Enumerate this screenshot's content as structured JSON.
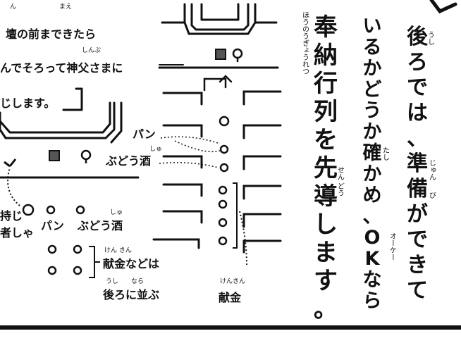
{
  "colors": {
    "ink": "#111111",
    "paper": "#ffffff"
  },
  "top_left": {
    "line1": "壇の前まできたら",
    "line1_ruby_a": "ん",
    "line1_ruby_b": "まえ",
    "line2": "んでそろって神父さまに",
    "line2_ruby": "しんぷ",
    "line3": "じします。"
  },
  "legend": {
    "pan_top": "パン",
    "budoushu_top": "ぶどう酒",
    "budoushu_top_ruby": "しゅ",
    "pan_bottom": "パン",
    "budoushu_bottom": "ぶどう酒",
    "budoushu_bottom_ruby": "しゅ",
    "jisha_a": "持じ",
    "jisha_b": "者しゃ",
    "kenkin_group": "献金などは",
    "kenkin_group_ruby": "けん きん",
    "narabu": "後ろに並ぶ",
    "narabu_ruby": "うし　　なら",
    "kenkin_bottom": "献金",
    "kenkin_bottom_ruby": "けんきん"
  },
  "vertical_text": {
    "col1": [
      "奉",
      "納",
      "行",
      "列",
      "を",
      "先",
      "導",
      "し",
      "ま",
      "す",
      "。"
    ],
    "col1_ruby": "ほうのうぎょうれつ",
    "col1_ruby_sen": "せん どう",
    "col2": [
      "い",
      "る",
      "か",
      "ど",
      "う",
      "か",
      "確",
      "か",
      "め",
      "、",
      "O",
      "K",
      "な",
      "ら"
    ],
    "col2_ruby_tashi": "たし",
    "col2_ruby_ok": "オーケー",
    "col3": [
      "後",
      "ろ",
      "で",
      "は",
      "、",
      "準",
      "備",
      "が",
      "で",
      "き",
      "て"
    ],
    "col3_ruby_ushi": "うし",
    "col3_ruby_jun": "じゅん",
    "col3_ruby_bi": "び"
  }
}
